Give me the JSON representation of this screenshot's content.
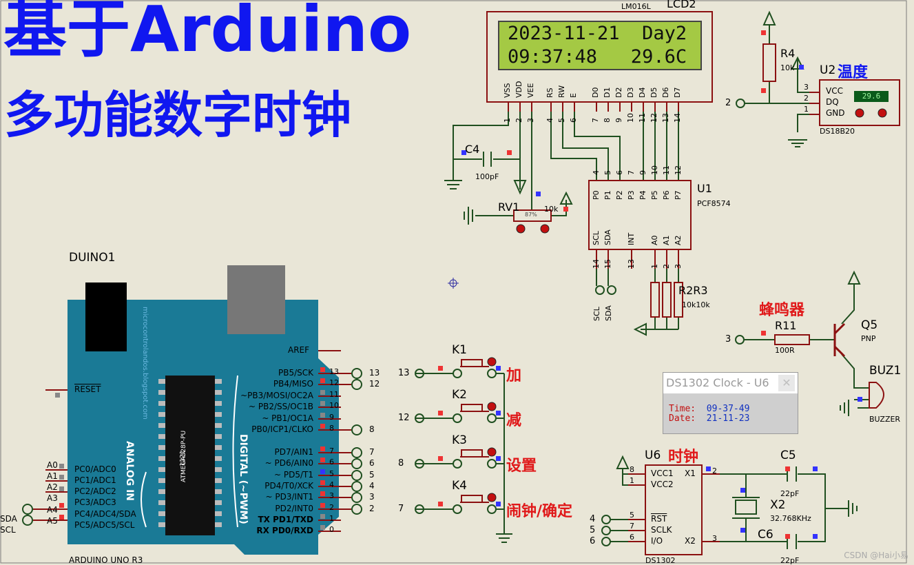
{
  "title": {
    "line1": "基于Arduino",
    "line2": "多功能数字时钟"
  },
  "lcd": {
    "ref": "LCD2",
    "model": "LM016L",
    "line1": "2023-11-21  Day2",
    "line2": "09:37:48   29.6C",
    "pins": [
      "VSS",
      "VDD",
      "VEE",
      "RS",
      "RW",
      "E",
      "D0",
      "D1",
      "D2",
      "D3",
      "D4",
      "D5",
      "D6",
      "D7"
    ],
    "pin_numbers": [
      "1",
      "2",
      "3",
      "4",
      "5",
      "6",
      "7",
      "8",
      "9",
      "10",
      "11",
      "12",
      "13",
      "14"
    ]
  },
  "c4": {
    "ref": "C4",
    "value": "100pF"
  },
  "rv1": {
    "ref": "RV1",
    "value": "10k",
    "percent": "87%"
  },
  "pcf": {
    "ref": "U1",
    "model": "PCF8574",
    "top_pins": [
      "P0",
      "P1",
      "P2",
      "P3",
      "P4",
      "P5",
      "P6",
      "P7"
    ],
    "top_nums": [
      "4",
      "5",
      "6",
      "7",
      "9",
      "10",
      "11",
      "12"
    ],
    "bottom_pins": [
      "SCL",
      "SDA",
      "INT",
      "A0",
      "A1",
      "A2"
    ],
    "bottom_nums": [
      "14",
      "15",
      "13",
      "1",
      "2",
      "3"
    ],
    "net_scl": "SCL",
    "net_sda": "SDA"
  },
  "r2r3": {
    "ref": "R2R3",
    "value": "10k10k"
  },
  "r4": {
    "ref": "R4",
    "value": "10k"
  },
  "ds18b20": {
    "ref": "U2",
    "label_cn": "温度",
    "model": "DS18B20",
    "pins": [
      "VCC",
      "DQ",
      "GND"
    ],
    "pin_nums": [
      "3",
      "2",
      "1"
    ],
    "reading": "29.6",
    "net": "2"
  },
  "buzzer_block": {
    "label_cn": "蜂鸣器",
    "r11_ref": "R11",
    "r11_value": "100R",
    "net": "3",
    "q5_ref": "Q5",
    "q5_type": "PNP",
    "buz_ref": "BUZ1",
    "buz_model": "BUZZER"
  },
  "popup": {
    "title": "DS1302 Clock - U6",
    "close": "✕",
    "time_key": "Time:",
    "time_val": "09-37-49",
    "date_key": "Date:",
    "date_val": "21-11-23"
  },
  "keys": [
    {
      "ref": "K1",
      "net": "13",
      "label_cn": "加"
    },
    {
      "ref": "K2",
      "net": "12",
      "label_cn": "减"
    },
    {
      "ref": "K3",
      "net": "8",
      "label_cn": "设置"
    },
    {
      "ref": "K4",
      "net": "7",
      "label_cn": "闹钟/确定"
    }
  ],
  "ds1302": {
    "ref": "U6",
    "label_cn": "时钟",
    "model": "DS1302",
    "left_pins": [
      "VCC1",
      "VCC2",
      "RST",
      "SCLK",
      "I/O"
    ],
    "left_nums": [
      "8",
      "1",
      "5",
      "7",
      "6"
    ],
    "right_pins": [
      "X1",
      "X2"
    ],
    "right_nums": [
      "2",
      "3"
    ],
    "nets": [
      "4",
      "5",
      "6"
    ]
  },
  "crystal": {
    "c5_ref": "C5",
    "c5_value": "22pF",
    "x2_ref": "X2",
    "x2_value": "32.768KHz",
    "c6_ref": "C6",
    "c6_value": "22pF"
  },
  "arduino": {
    "ref": "DUINO1",
    "model": "ARDUINO UNO R3",
    "chip": "ATMEGA328P-PU",
    "chip_num": "1121",
    "website": "microcontrolandos.blogspot.com",
    "analog_label": "ANALOG IN",
    "digital_label": "DIGITAL (~PWM)",
    "reset": "RESET",
    "aref": "AREF",
    "digital_pins": [
      {
        "name": "PB5/SCK",
        "num": "13",
        "net": "13"
      },
      {
        "name": "PB4/MISO",
        "num": "12",
        "net": "12"
      },
      {
        "name": "~PB3/MOSI/OC2A",
        "num": "11",
        "net": ""
      },
      {
        "name": "~ PB2/SS/OC1B",
        "num": "10",
        "net": ""
      },
      {
        "name": "~ PB1/OC1A",
        "num": "9",
        "net": ""
      },
      {
        "name": "PB0/ICP1/CLKO",
        "num": "8",
        "net": "8"
      },
      {
        "name": "PD7/AIN1",
        "num": "7",
        "net": "7"
      },
      {
        "name": "~ PD6/AIN0",
        "num": "6",
        "net": "6"
      },
      {
        "name": "~ PD5/T1",
        "num": "5",
        "net": "5"
      },
      {
        "name": "PD4/T0/XCK",
        "num": "4",
        "net": "4"
      },
      {
        "name": "~ PD3/INT1",
        "num": "3",
        "net": "3"
      },
      {
        "name": "PD2/INT0",
        "num": "2",
        "net": "2"
      },
      {
        "name": "TX PD1/TXD",
        "num": "1",
        "net": ""
      },
      {
        "name": "RX PD0/RXD",
        "num": "0",
        "net": ""
      }
    ],
    "analog_pins": [
      {
        "name": "PC0/ADC0",
        "num": "A0",
        "net": ""
      },
      {
        "name": "PC1/ADC1",
        "num": "A1",
        "net": ""
      },
      {
        "name": "PC2/ADC2",
        "num": "A2",
        "net": ""
      },
      {
        "name": "PC3/ADC3",
        "num": "A3",
        "net": ""
      },
      {
        "name": "PC4/ADC4/SDA",
        "num": "A4",
        "net": "SDA"
      },
      {
        "name": "PC5/ADC5/SCL",
        "num": "A5",
        "net": "SCL"
      }
    ]
  },
  "watermark": "CSDN @Hai小易",
  "colors": {
    "wire": "#1f4f1f",
    "pin": "#8b1010",
    "title": "#1017f0",
    "label_red": "#e0191a",
    "lcd_bg": "#a4c944",
    "board": "#1a7a96"
  }
}
